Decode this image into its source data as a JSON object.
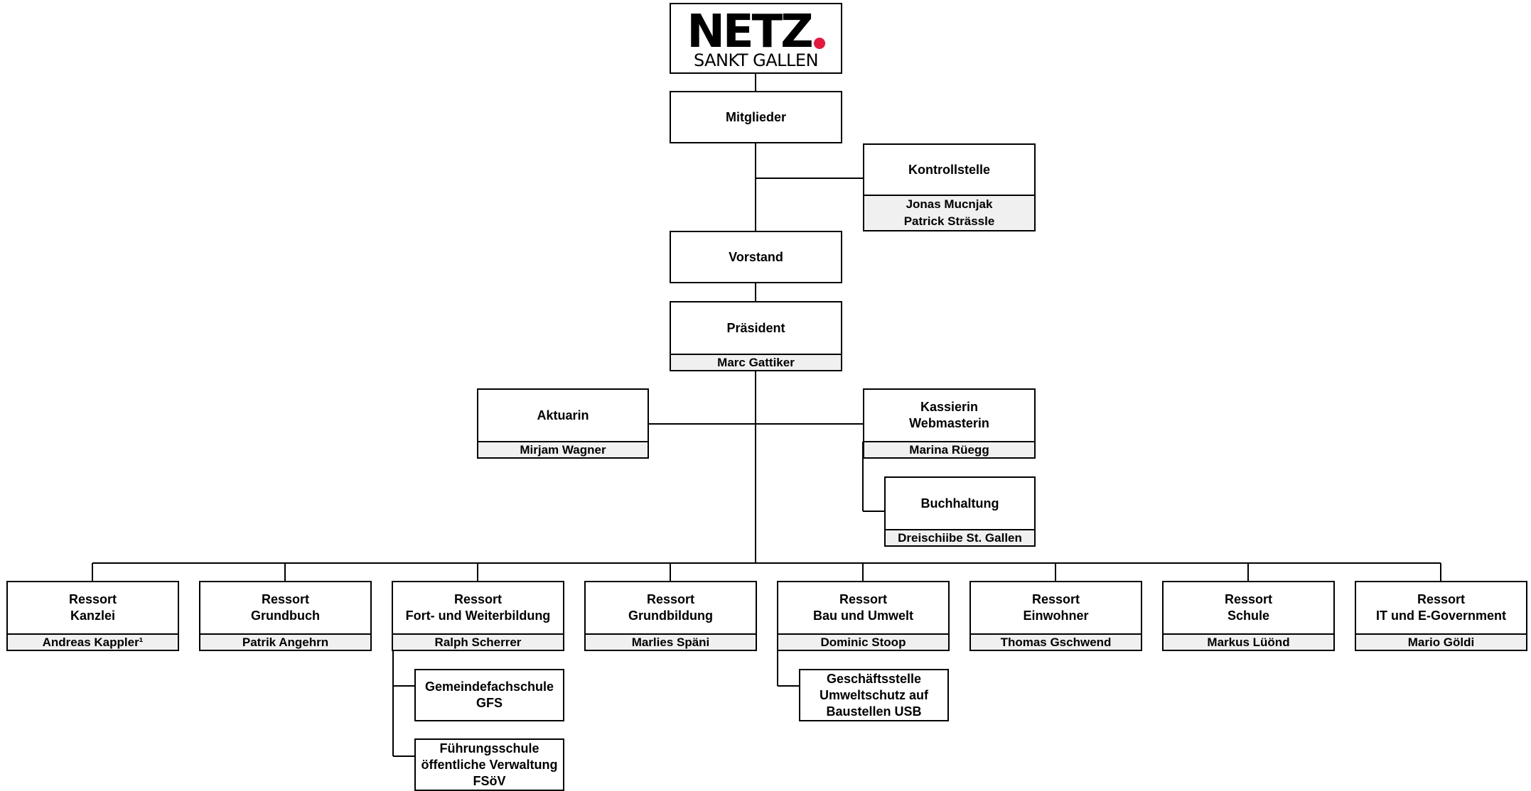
{
  "logo": {
    "word": "NETZ",
    "city": "SANKT GALLEN",
    "dot_color": "#e5173f"
  },
  "mitglieder": {
    "title": "Mitglieder"
  },
  "kontrollstelle": {
    "title": "Kontrollstelle",
    "members": [
      "Jonas Mucnjak",
      "Patrick Strässle"
    ]
  },
  "vorstand": {
    "title": "Vorstand"
  },
  "praesident": {
    "title": "Präsident",
    "person": "Marc Gattiker"
  },
  "aktuarin": {
    "title": "Aktuarin",
    "person": "Mirjam Wagner"
  },
  "kassierin": {
    "title": [
      "Kassierin",
      "Webmasterin"
    ],
    "person": "Marina Rüegg"
  },
  "buchhaltung": {
    "title": "Buchhaltung",
    "person": "Dreischiibe St. Gallen"
  },
  "ressorts": [
    {
      "title": [
        "Ressort",
        "Kanzlei"
      ],
      "person": "Andreas Kappler¹"
    },
    {
      "title": [
        "Ressort",
        "Grundbuch"
      ],
      "person": "Patrik Angehrn"
    },
    {
      "title": [
        "Ressort",
        "Fort- und Weiterbildung"
      ],
      "person": "Ralph Scherrer"
    },
    {
      "title": [
        "Ressort",
        "Grundbildung"
      ],
      "person": "Marlies Späni"
    },
    {
      "title": [
        "Ressort",
        "Bau und Umwelt"
      ],
      "person": "Dominic Stoop"
    },
    {
      "title": [
        "Ressort",
        "Einwohner"
      ],
      "person": "Thomas Gschwend"
    },
    {
      "title": [
        "Ressort",
        "Schule"
      ],
      "person": "Markus Lüönd"
    },
    {
      "title": [
        "Ressort",
        "IT und E-Government"
      ],
      "person": "Mario Göldi"
    }
  ],
  "gfs": {
    "title": [
      "Gemeindefachschule",
      "GFS"
    ]
  },
  "fsoev": {
    "title": [
      "Führungsschule",
      "öffentliche Verwaltung",
      "FSöV"
    ]
  },
  "usb": {
    "title": [
      "Geschäftsstelle",
      "Umweltschutz auf",
      "Baustellen USB"
    ]
  }
}
